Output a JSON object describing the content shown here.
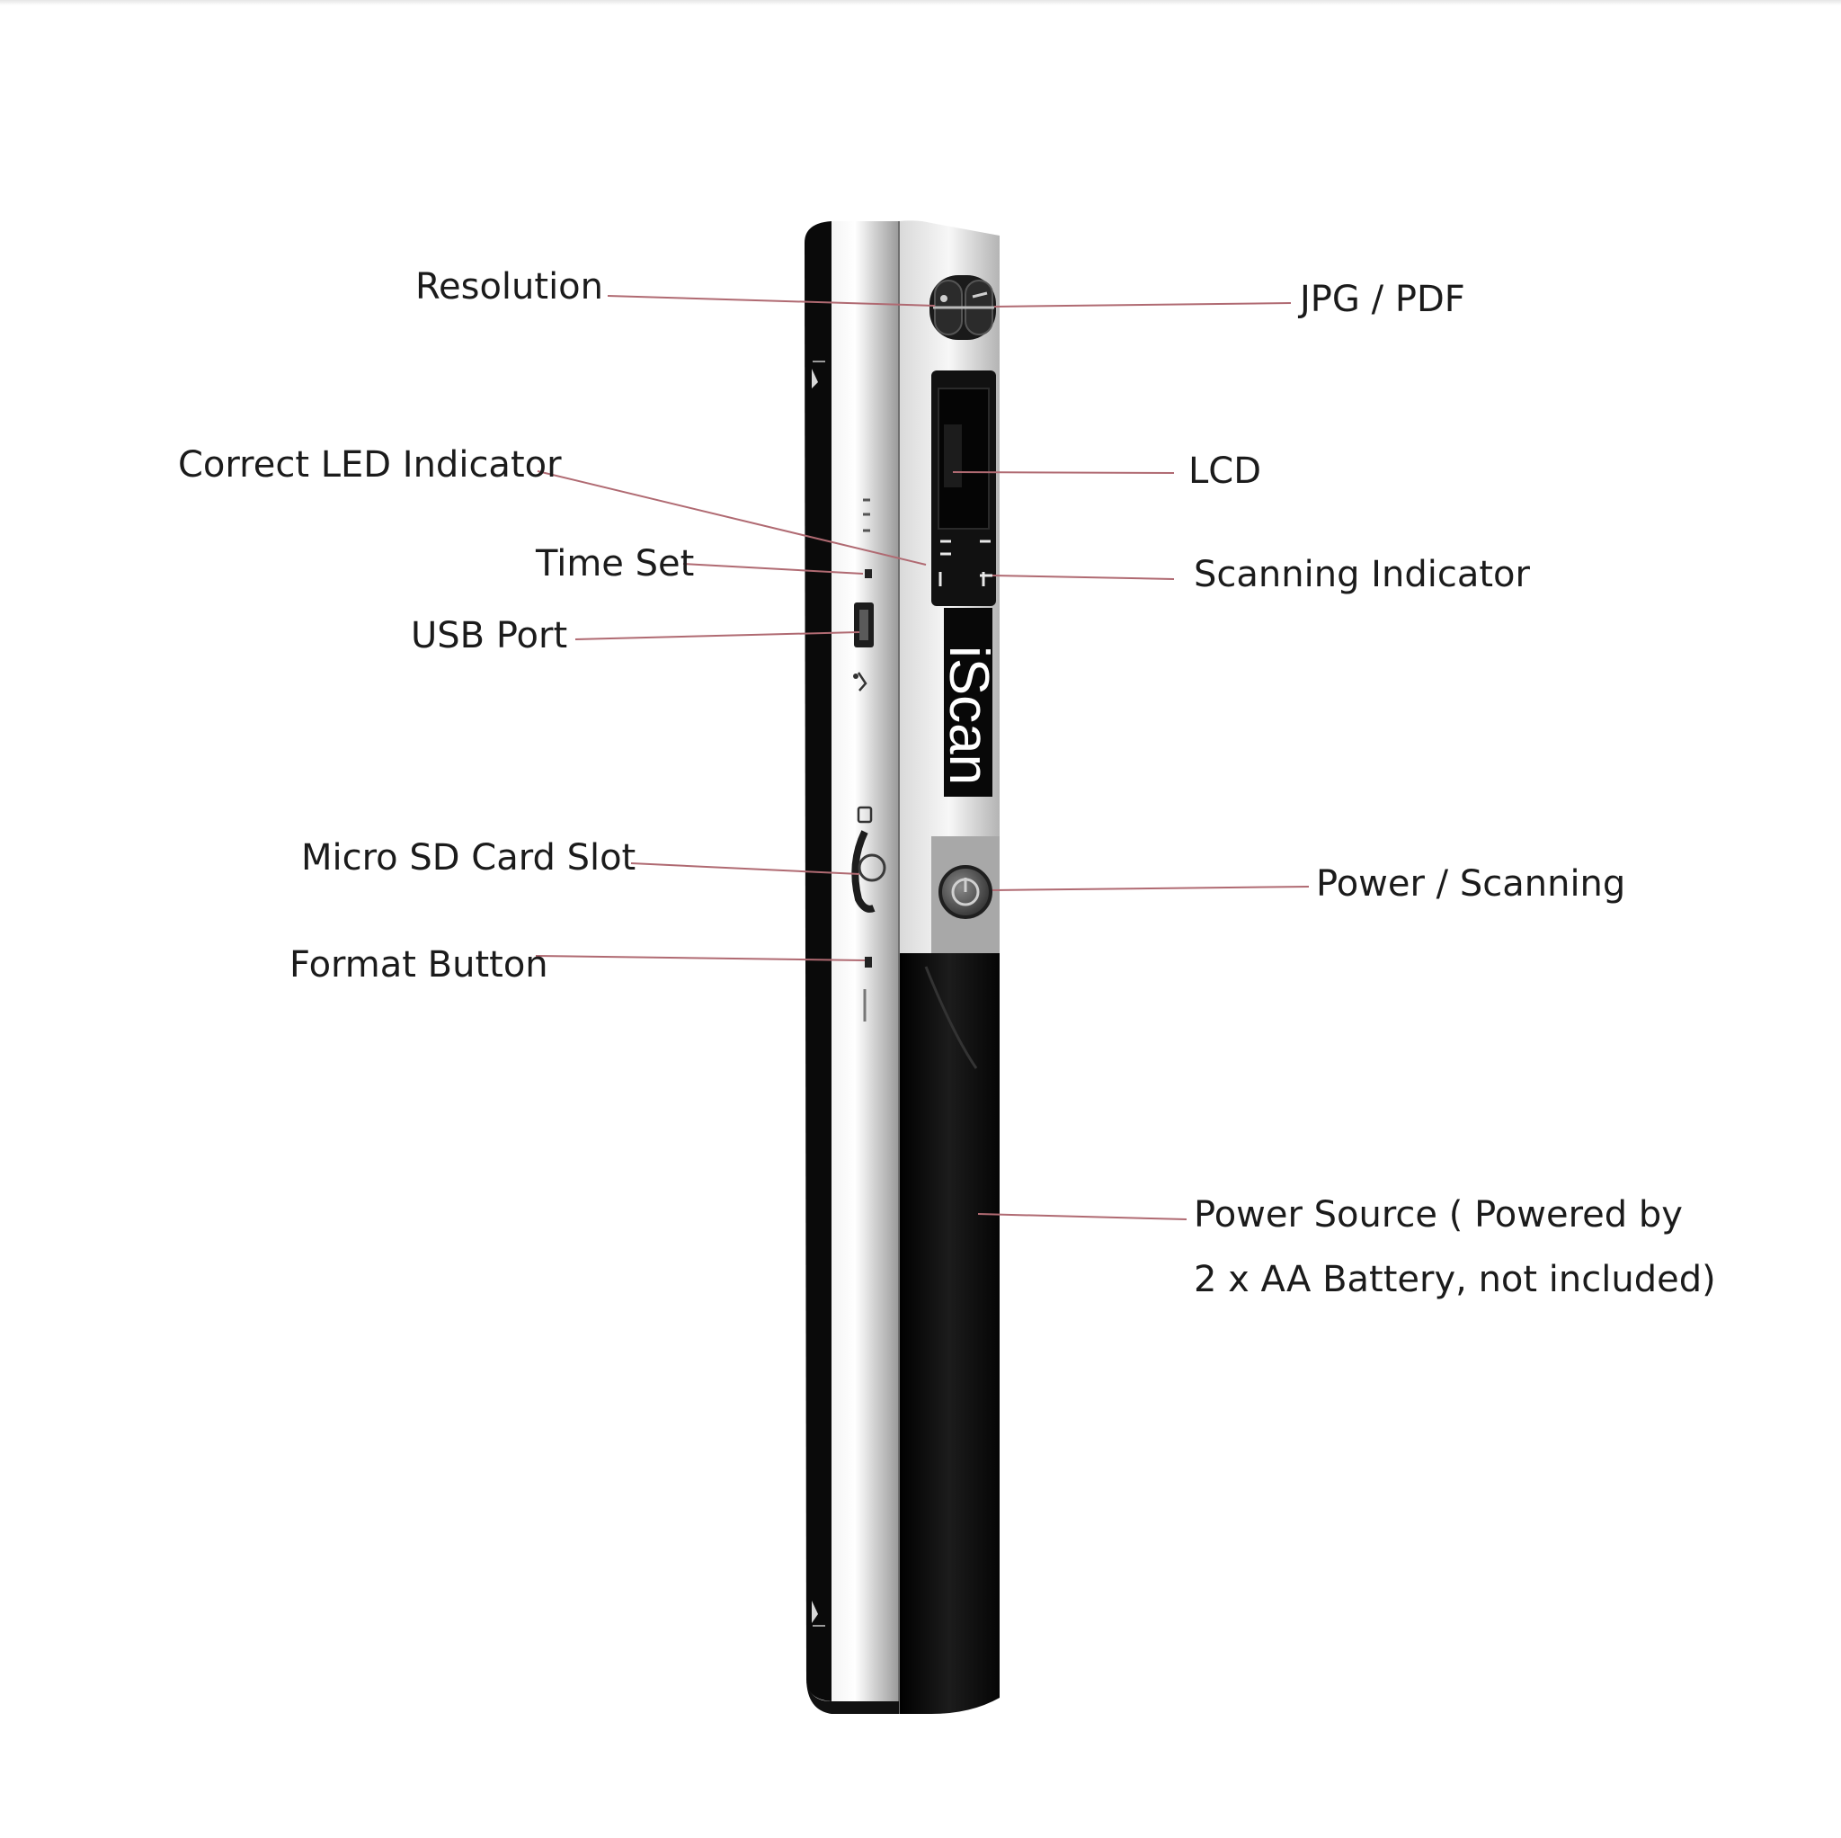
{
  "device": {
    "brand": "iScan"
  },
  "colors": {
    "body_black": "#0d0d0d",
    "body_silver": "#c9c9c9",
    "leader_line": "#b06a72",
    "label_text": "#1b1b1b"
  },
  "callouts": {
    "resolution": "Resolution",
    "jpg_pdf": "JPG / PDF",
    "correct_led": "Correct LED Indicator",
    "lcd": "LCD",
    "time_set": "Time Set",
    "scanning_indicator": "Scanning Indicator",
    "usb_port": "USB Port",
    "micro_sd": "Micro SD Card Slot",
    "power_scanning": "Power / Scanning",
    "format_button": "Format Button",
    "power_source_line1": "Power Source ( Powered by",
    "power_source_line2": "2 x AA Battery, not included)"
  }
}
